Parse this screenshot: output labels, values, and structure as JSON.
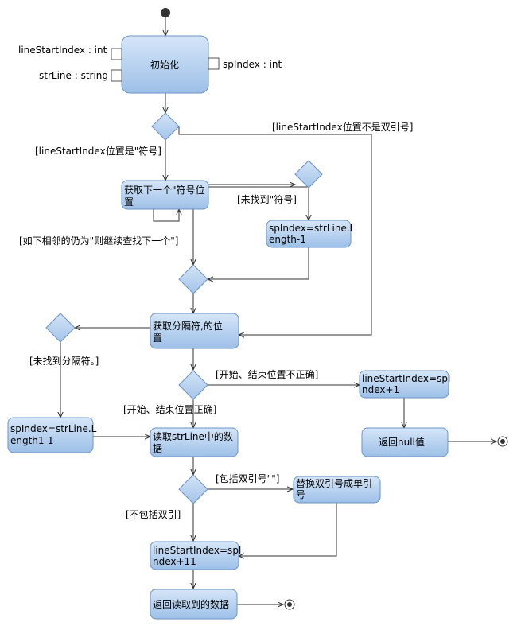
{
  "pins": {
    "line_start_index": "lineStartIndex : int",
    "str_line": "strLine : string",
    "sp_index": "spIndex : int"
  },
  "actions": {
    "init": "初始化",
    "find_next_quote": [
      "获取下一个\"符号位",
      "置"
    ],
    "sp_index_len": [
      "spIndex=strLine.L",
      "ength-1"
    ],
    "get_separator": [
      "获取分隔符,的位",
      "置"
    ],
    "sp_index_len1": [
      "spIndex=strLine.L",
      "ength1-1"
    ],
    "read_data": [
      "读取strLine中的数",
      "据"
    ],
    "set_start_spindex1": [
      "lineStartIndex=spI",
      "ndex+1"
    ],
    "return_null": "返回null值",
    "replace_quotes": [
      "替换双引号成单引",
      "号"
    ],
    "set_start_spindex11": [
      "lineStartIndex=spI",
      "ndex+11"
    ],
    "return_data": "返回读取到的数据"
  },
  "guards": {
    "not_quote": "[lineStartIndex位置不是双引号]",
    "is_quote": "[lineStartIndex位置是\"符号]",
    "quote_not_found": "[未找到\"符号]",
    "adjacent_quote": "[如下相邻的仍为\"则继续查找下一个\"]",
    "separator_not_found": "[未找到分隔符。]",
    "range_invalid": "[开始、结束位置不正确]",
    "range_valid": "[开始、结束位置正确]",
    "contains_quotes": "[包括双引号\"\"]",
    "no_quotes": "[不包括双引]"
  },
  "colors": {
    "action_top": "#d6e6f8",
    "action_bottom": "#9dc0e8",
    "action_border": "#6c93c6",
    "diamond_fill": "#b7d2ef",
    "line": "#333333"
  }
}
